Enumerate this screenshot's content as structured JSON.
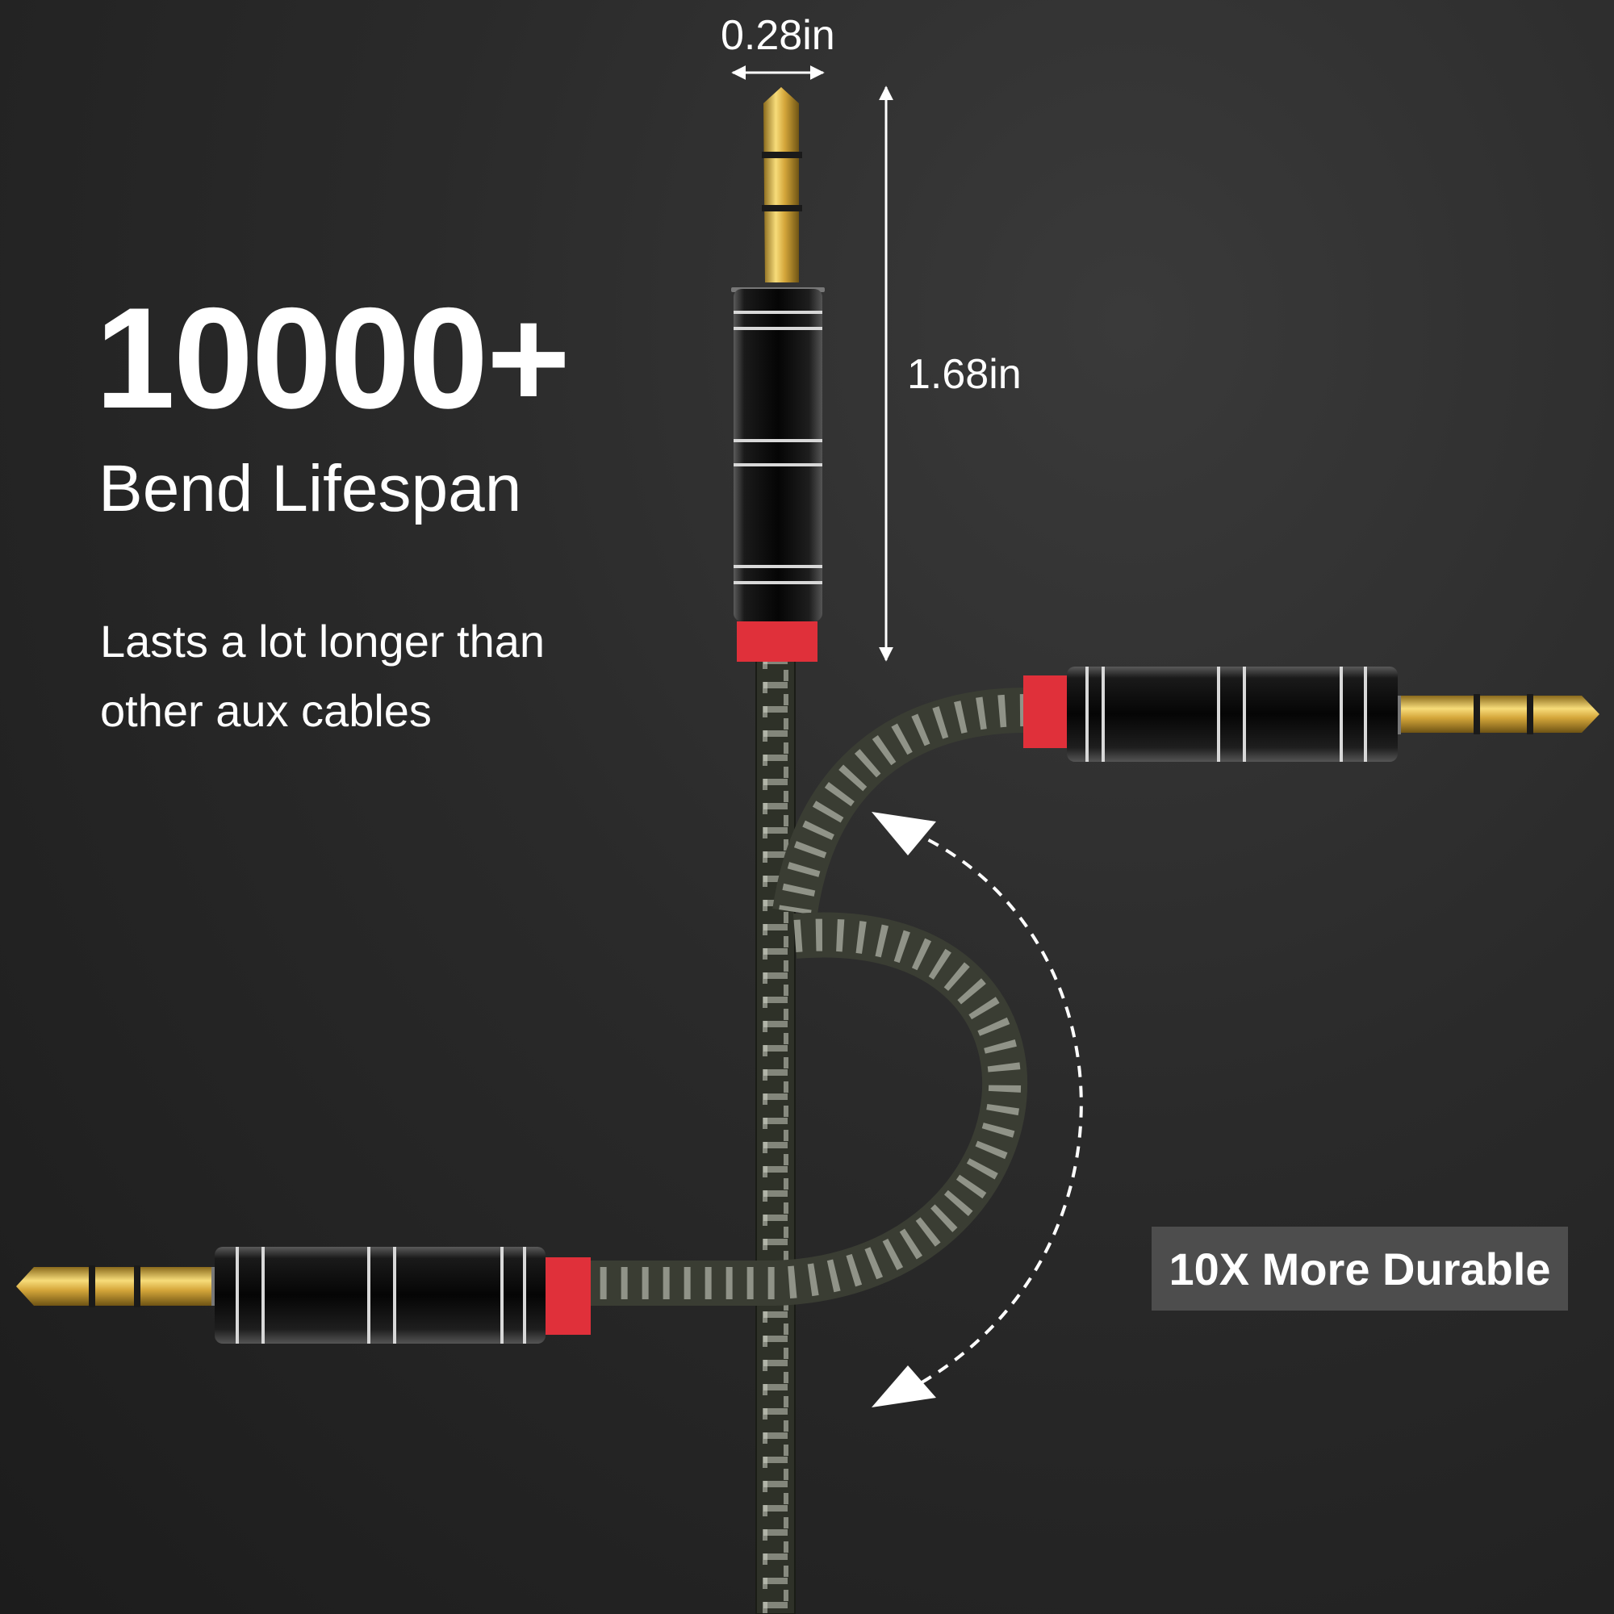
{
  "headline": "10000+",
  "subheadline": "Bend Lifespan",
  "description_lines": [
    "Lasts a lot longer than",
    "other aux cables"
  ],
  "dimensions": {
    "width": "0.28in",
    "length": "1.68in"
  },
  "badge": "10X More Durable",
  "colors": {
    "background": "#262626",
    "gold": "#d4a63a",
    "red_collar": "#e0303a",
    "connector_body": "#111111",
    "braid": "#3c3f33",
    "text": "#ffffff"
  }
}
